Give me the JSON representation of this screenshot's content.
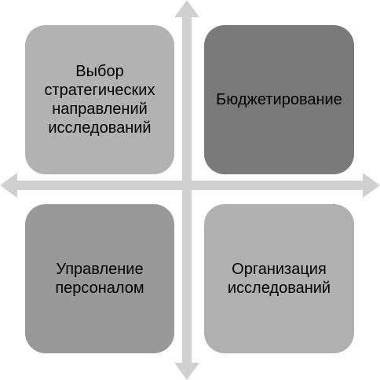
{
  "quadrants": {
    "top_left": {
      "label": "Выбор\nстратегических\nнаправлений\nисследований",
      "color": "#b2b2b2"
    },
    "top_right": {
      "label": "Бюджетирование",
      "color": "#7a7a7a"
    },
    "bottom_left": {
      "label": "Управление\nперсоналом",
      "color": "#999999"
    },
    "bottom_right": {
      "label": "Организация\nисследований",
      "color": "#b0b0b0"
    }
  },
  "colors": {
    "axis": "#d0d0d0",
    "background": "#ffffff"
  },
  "icons": {
    "axis_arrows": "double-headed-cross-arrows"
  }
}
